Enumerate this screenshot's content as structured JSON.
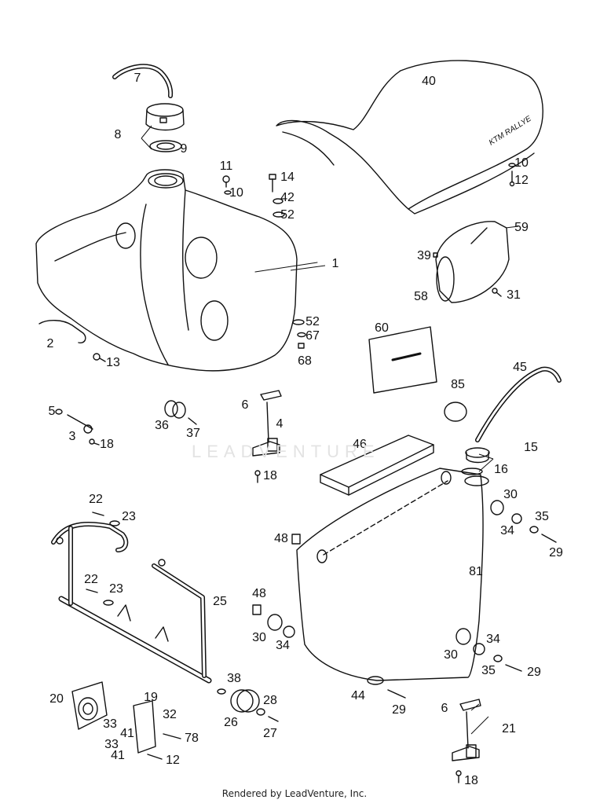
{
  "diagram": {
    "labels": [
      "7",
      "40",
      "8",
      "9",
      "11",
      "10",
      "14",
      "42",
      "52",
      "1",
      "10",
      "12",
      "59",
      "39",
      "31",
      "58",
      "2",
      "13",
      "52",
      "67",
      "68",
      "60",
      "5",
      "6",
      "4",
      "3",
      "18",
      "36",
      "37",
      "18",
      "85",
      "45",
      "46",
      "15",
      "16",
      "30",
      "34",
      "35",
      "29",
      "22",
      "23",
      "48",
      "81",
      "22",
      "23",
      "25",
      "48",
      "30",
      "34",
      "30",
      "34",
      "35",
      "29",
      "20",
      "19",
      "38",
      "28",
      "32",
      "26",
      "27",
      "33",
      "41",
      "78",
      "33",
      "41",
      "12",
      "44",
      "29",
      "6",
      "21",
      "18"
    ]
  },
  "watermark": "LEADVENTURE",
  "footer": "Rendered by LeadVenture, Inc."
}
